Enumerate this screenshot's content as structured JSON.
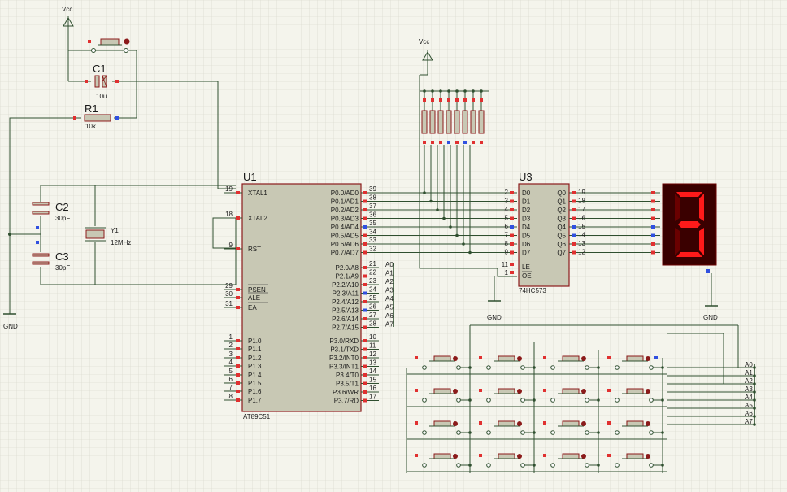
{
  "colors": {
    "background": "#f4f4ec",
    "grid": "#d4d4c8",
    "wire": "#2f4f2f",
    "chip_fill": "#c8c8b4",
    "chip_border": "#8b1a1a",
    "pin_red": "#e03030",
    "pin_blue": "#3050e0",
    "segment_on": "#ff1a1a",
    "segment_off": "#6a0000",
    "display_body": "#3a0000"
  },
  "power": {
    "vcc_left": "Vcc",
    "vcc_right": "Vcc",
    "gnd_left": "GND",
    "gnd_mid": "GND",
    "gnd_right": "GND"
  },
  "components": {
    "c1": {
      "ref": "C1",
      "value": "10u"
    },
    "r1": {
      "ref": "R1",
      "value": "10k"
    },
    "c2": {
      "ref": "C2",
      "value": "30pF"
    },
    "c3": {
      "ref": "C3",
      "value": "30pF"
    },
    "y1": {
      "ref": "Y1",
      "value": "12MHz"
    }
  },
  "u1": {
    "ref": "U1",
    "part": "AT89C51",
    "left_pins": [
      {
        "num": "19",
        "name": "XTAL1"
      },
      {
        "num": "18",
        "name": "XTAL2"
      },
      {
        "num": "9",
        "name": "RST"
      },
      {
        "num": "29",
        "name": "PSEN"
      },
      {
        "num": "30",
        "name": "ALE"
      },
      {
        "num": "31",
        "name": "EA"
      },
      {
        "num": "1",
        "name": "P1.0"
      },
      {
        "num": "2",
        "name": "P1.1"
      },
      {
        "num": "3",
        "name": "P1.2"
      },
      {
        "num": "4",
        "name": "P1.3"
      },
      {
        "num": "5",
        "name": "P1.4"
      },
      {
        "num": "6",
        "name": "P1.5"
      },
      {
        "num": "7",
        "name": "P1.6"
      },
      {
        "num": "8",
        "name": "P1.7"
      }
    ],
    "right_p0": [
      {
        "num": "39",
        "name": "P0.0/AD0"
      },
      {
        "num": "38",
        "name": "P0.1/AD1"
      },
      {
        "num": "37",
        "name": "P0.2/AD2"
      },
      {
        "num": "36",
        "name": "P0.3/AD3"
      },
      {
        "num": "35",
        "name": "P0.4/AD4"
      },
      {
        "num": "34",
        "name": "P0.5/AD5"
      },
      {
        "num": "33",
        "name": "P0.6/AD6"
      },
      {
        "num": "32",
        "name": "P0.7/AD7"
      }
    ],
    "right_p2": [
      {
        "num": "21",
        "name": "P2.0/A8"
      },
      {
        "num": "22",
        "name": "P2.1/A9"
      },
      {
        "num": "23",
        "name": "P2.2/A10"
      },
      {
        "num": "24",
        "name": "P2.3/A11"
      },
      {
        "num": "25",
        "name": "P2.4/A12"
      },
      {
        "num": "26",
        "name": "P2.5/A13"
      },
      {
        "num": "27",
        "name": "P2.6/A14"
      },
      {
        "num": "28",
        "name": "P2.7/A15"
      }
    ],
    "right_p3": [
      {
        "num": "10",
        "name": "P3.0/RXD"
      },
      {
        "num": "11",
        "name": "P3.1/TXD"
      },
      {
        "num": "12",
        "name": "P3.2/INT0"
      },
      {
        "num": "13",
        "name": "P3.3/INT1"
      },
      {
        "num": "14",
        "name": "P3.4/T0"
      },
      {
        "num": "15",
        "name": "P3.5/T1"
      },
      {
        "num": "16",
        "name": "P3.6/WR"
      },
      {
        "num": "17",
        "name": "P3.7/RD"
      }
    ],
    "bus_labels": [
      "A0",
      "A1",
      "A2",
      "A3",
      "A4",
      "A5",
      "A6",
      "A7"
    ]
  },
  "u3": {
    "ref": "U3",
    "part": "74HC573",
    "d_pins": [
      {
        "num": "2",
        "name": "D0"
      },
      {
        "num": "3",
        "name": "D1"
      },
      {
        "num": "4",
        "name": "D2"
      },
      {
        "num": "5",
        "name": "D3"
      },
      {
        "num": "6",
        "name": "D4"
      },
      {
        "num": "7",
        "name": "D5"
      },
      {
        "num": "8",
        "name": "D6"
      },
      {
        "num": "9",
        "name": "D7"
      }
    ],
    "q_pins": [
      {
        "num": "19",
        "name": "Q0"
      },
      {
        "num": "18",
        "name": "Q1"
      },
      {
        "num": "17",
        "name": "Q2"
      },
      {
        "num": "16",
        "name": "Q3"
      },
      {
        "num": "15",
        "name": "Q4"
      },
      {
        "num": "14",
        "name": "Q5"
      },
      {
        "num": "13",
        "name": "Q6"
      },
      {
        "num": "12",
        "name": "Q7"
      }
    ],
    "le": {
      "num": "11",
      "name": "LE"
    },
    "oe": {
      "num": "1",
      "name": "OE"
    }
  },
  "display": {
    "digit": "3",
    "segments_on": [
      "a",
      "b",
      "c",
      "d",
      "g"
    ]
  },
  "keypad": {
    "rows": 4,
    "cols": 4,
    "bus_labels": [
      "A0",
      "A1",
      "A2",
      "A3",
      "A4",
      "A5",
      "A6",
      "A7"
    ]
  }
}
